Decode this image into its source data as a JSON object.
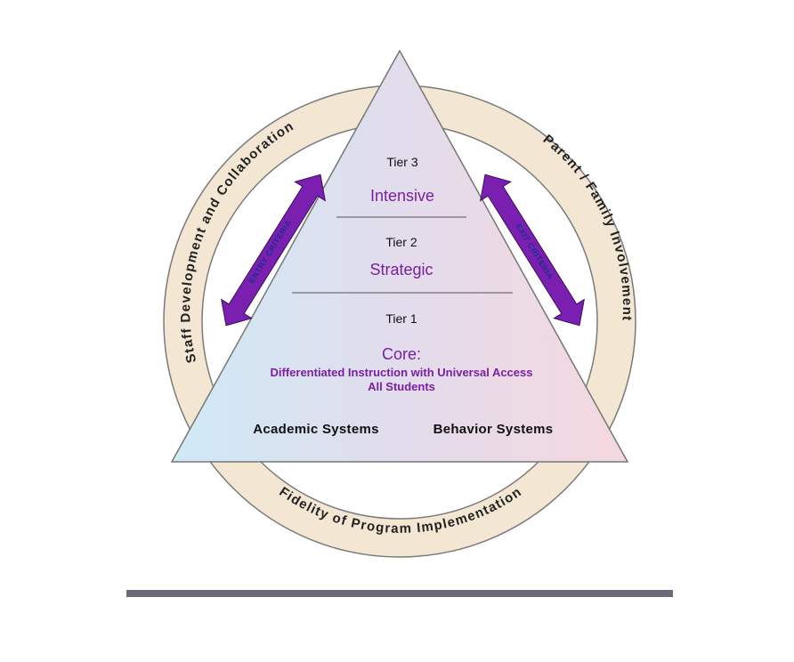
{
  "diagram": {
    "ring": {
      "left_text": "Staff Development and Collaboration",
      "right_text": "Parent / Family Involvement",
      "bottom_text": "Fidelity of Program Implementation"
    },
    "arrows": {
      "left_label": "ENTRY CRITERIA",
      "right_label": "EXIT CRITERIA"
    },
    "tiers": {
      "tier3": {
        "label": "Tier 3",
        "name": "Intensive"
      },
      "tier2": {
        "label": "Tier 2",
        "name": "Strategic"
      },
      "tier1": {
        "label": "Tier 1",
        "name": "Core:",
        "line1": "Differentiated Instruction with Universal Access",
        "line2": "All Students"
      }
    },
    "systems": {
      "academic": "Academic Systems",
      "behavior": "Behavior Systems"
    }
  },
  "colors": {
    "ring_fill": "#f3e7d3",
    "ring_stroke": "#7a7a7a",
    "arrow_fill": "#7a1fb0",
    "accent_text": "#7a1fa2",
    "footer_bar": "#6a6a78"
  }
}
